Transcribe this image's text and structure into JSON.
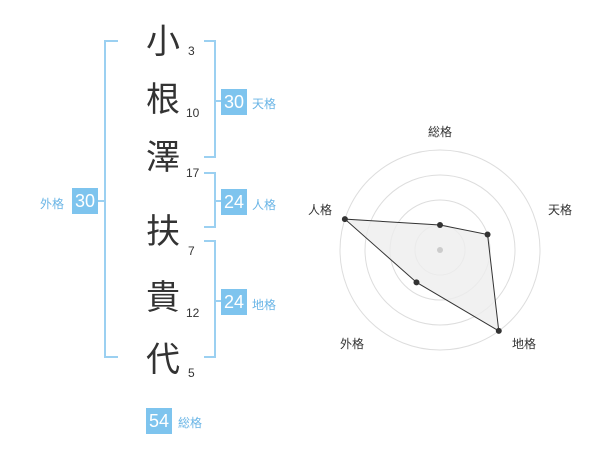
{
  "name": {
    "characters": [
      {
        "char": "小",
        "strokes": "3"
      },
      {
        "char": "根",
        "strokes": "10"
      },
      {
        "char": "澤",
        "strokes": "17"
      },
      {
        "char": "扶",
        "strokes": "7"
      },
      {
        "char": "貴",
        "strokes": "12"
      },
      {
        "char": "代",
        "strokes": "5"
      }
    ]
  },
  "fortune": {
    "tenkaku": {
      "value": "30",
      "label": "天格"
    },
    "jinkaku": {
      "value": "24",
      "label": "人格"
    },
    "chikaku": {
      "value": "24",
      "label": "地格"
    },
    "gaikaku": {
      "value": "30",
      "label": "外格"
    },
    "soukaku": {
      "value": "54",
      "label": "総格"
    }
  },
  "chart_data": {
    "type": "radar",
    "axes": [
      "総格",
      "天格",
      "地格",
      "外格",
      "人格"
    ],
    "values": [
      0.25,
      0.5,
      1.0,
      0.4,
      1.0
    ],
    "max": 1.0,
    "rings": 4,
    "colors": {
      "fill": "#eeeeee",
      "line": "#333333",
      "ring": "#dddddd",
      "center": "#cccccc",
      "accent": "#7ec4ee"
    }
  }
}
